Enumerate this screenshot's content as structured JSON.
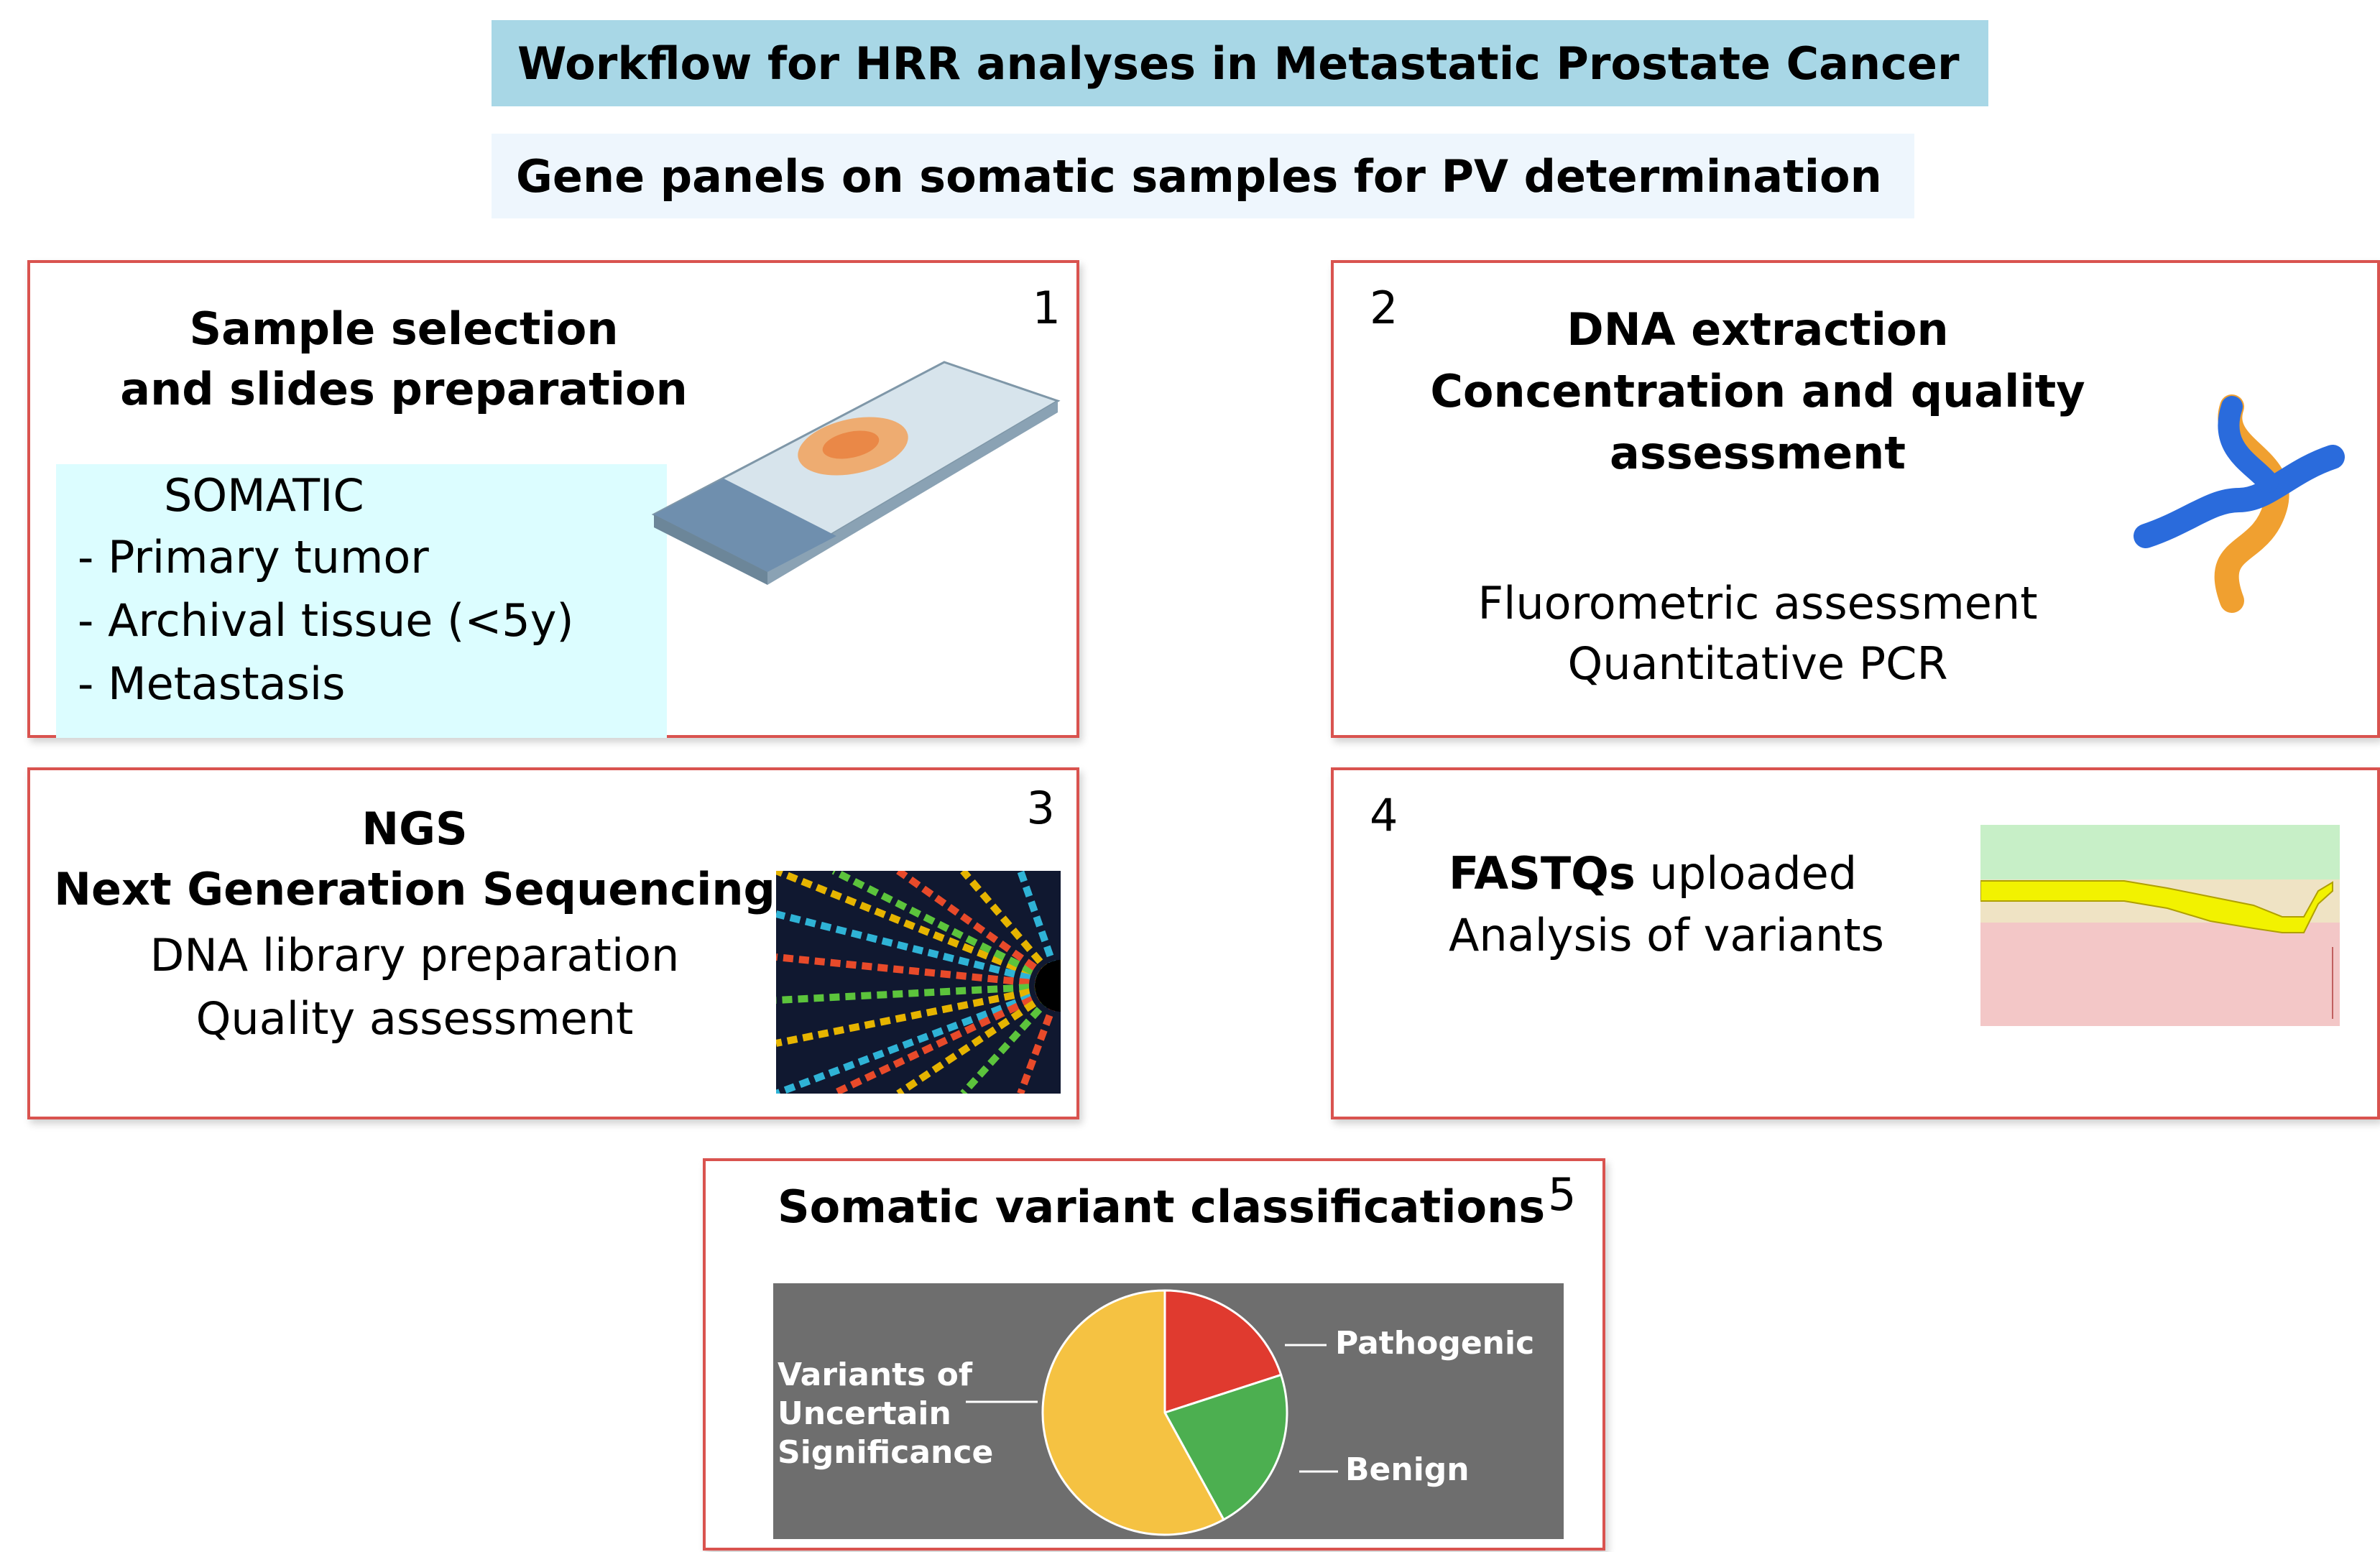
{
  "header": {
    "title": "Workflow for HRR analyses in Metastatic Prostate Cancer",
    "subtitle": "Gene panels on somatic samples for PV determination"
  },
  "steps": [
    {
      "number": "1",
      "title_lines": [
        "Sample selection",
        "and slides preparation"
      ],
      "somatic_heading": "SOMATIC",
      "list": [
        "- Primary tumor",
        "- Archival tissue (<5y)",
        "- Metastasis"
      ],
      "image_icon": "microscope-slide-icon"
    },
    {
      "number": "2",
      "title_lines": [
        "DNA extraction",
        "Concentration and quality",
        "assessment"
      ],
      "details": [
        "Fluorometric assessment",
        "Quantitative PCR"
      ],
      "image_icon": "dna-helix-icon"
    },
    {
      "number": "3",
      "title_lines": [
        "NGS",
        "Next Generation Sequencing"
      ],
      "details": [
        "DNA library preparation",
        "Quality assessment"
      ],
      "image_icon": "sequencing-data-icon"
    },
    {
      "number": "4",
      "title_bold": "FASTQs",
      "title_rest": " uploaded",
      "details": [
        "Analysis of variants"
      ],
      "image_icon": "coverage-chart-icon"
    },
    {
      "number": "5",
      "title": "Somatic variant classifications",
      "pie": {
        "labels": {
          "vus_lines": [
            "Variants of",
            "Uncertain",
            "Significance"
          ],
          "pathogenic": "Pathogenic",
          "benign": "Benign"
        }
      }
    }
  ],
  "colors": {
    "title_banner": "#a8d7e6",
    "subtitle_banner": "#eef6fd",
    "box_border": "#d9534f",
    "somatic_fill": "#dcfdff",
    "pie_background": "#6e6e6e",
    "vus": "#f5c242",
    "pathogenic": "#e03a2f",
    "benign": "#4caf50"
  },
  "chart_data": {
    "type": "pie",
    "categories": [
      "Pathogenic",
      "Benign",
      "Variants of Uncertain Significance"
    ],
    "values": [
      20,
      22,
      58
    ]
  }
}
